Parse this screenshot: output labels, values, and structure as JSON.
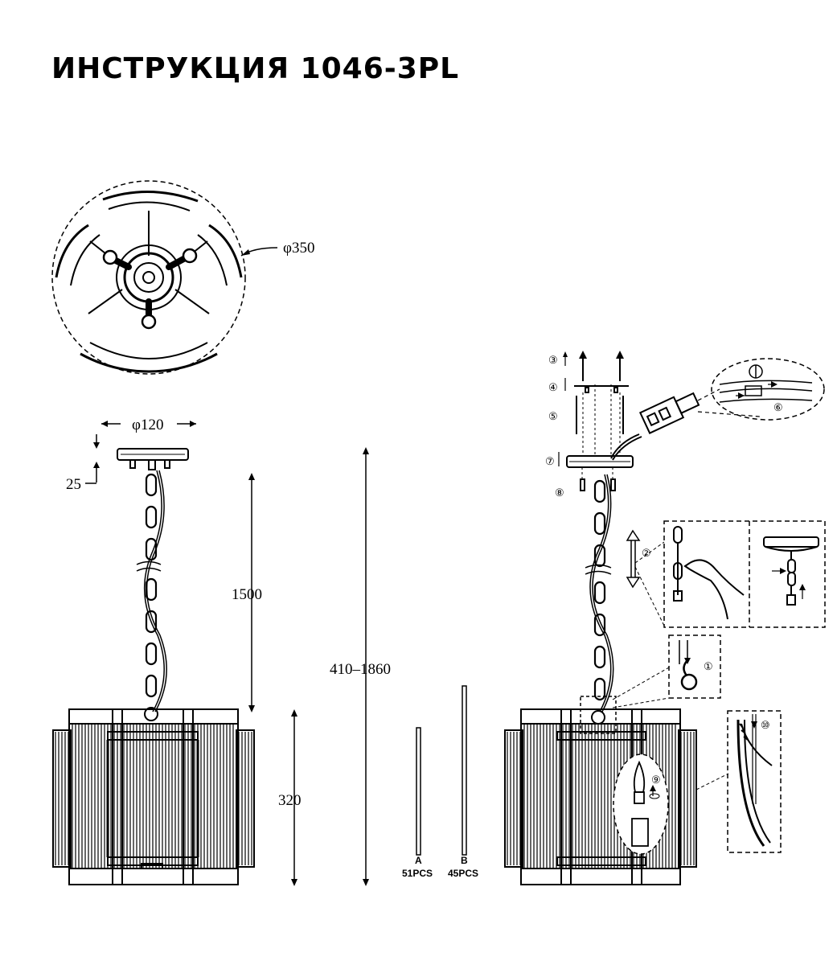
{
  "title": "ИНСТРУКЦИЯ 1046-3PL",
  "dimensions": {
    "top_diameter": "φ350",
    "canopy_diameter": "φ120",
    "canopy_height": "25",
    "chain_length": "1500",
    "shade_height": "320",
    "total_height": "410–1860"
  },
  "parts": [
    {
      "letter": "A",
      "count": "51PCS"
    },
    {
      "letter": "B",
      "count": "45PCS"
    }
  ],
  "steps": [
    "①",
    "②",
    "③",
    "④",
    "⑤",
    "⑥",
    "⑦",
    "⑧",
    "⑨",
    "⑩"
  ]
}
